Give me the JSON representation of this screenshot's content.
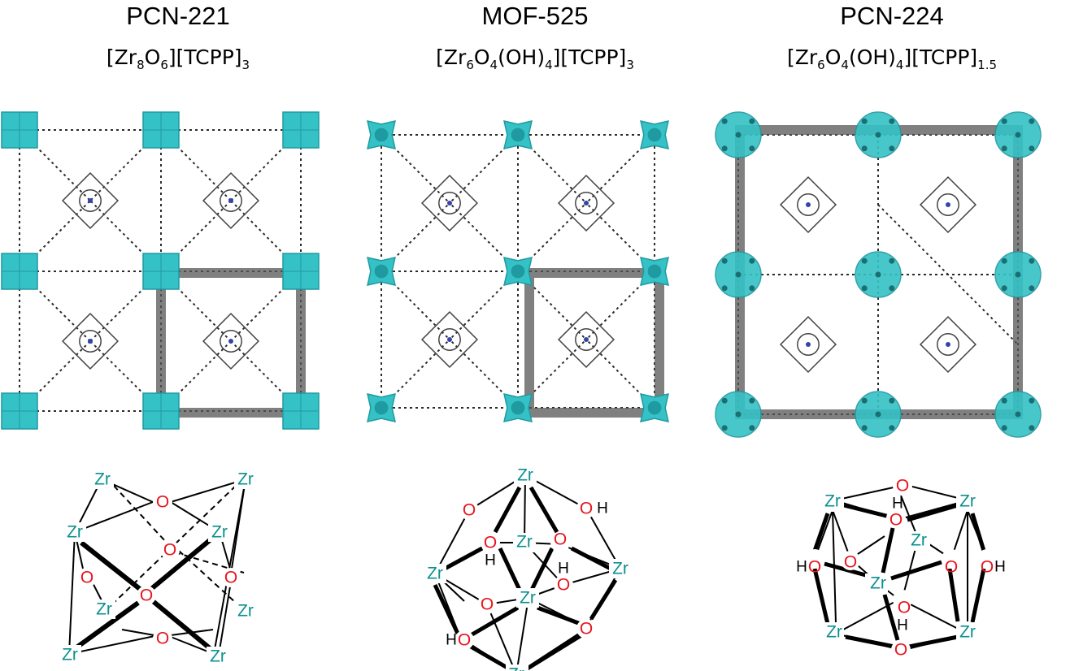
{
  "colors": {
    "node": "#35c2c6",
    "node_dark": "#1f9aa0",
    "zr_label": "#0d8f8f",
    "o_label": "#e8141e",
    "linker": "#2b2b2b",
    "cell_box": "#555555"
  },
  "labels": {
    "zr": "Zr",
    "o": "O",
    "oh_left": "H",
    "oh_right": "H",
    "h": "H"
  },
  "panels": [
    {
      "title": "PCN-221",
      "formula": [
        {
          "t": "[Zr"
        },
        {
          "s": "8"
        },
        {
          "t": "O"
        },
        {
          "s": "6"
        },
        {
          "t": "][TCPP]"
        },
        {
          "s": "3"
        }
      ]
    },
    {
      "title": "MOF-525",
      "formula": [
        {
          "t": "[Zr"
        },
        {
          "s": "6"
        },
        {
          "t": "O"
        },
        {
          "s": "4"
        },
        {
          "t": "(OH)"
        },
        {
          "s": "4"
        },
        {
          "t": "][TCPP]"
        },
        {
          "s": "3"
        }
      ]
    },
    {
      "title": "PCN-224",
      "formula": [
        {
          "t": "[Zr"
        },
        {
          "s": "6"
        },
        {
          "t": "O"
        },
        {
          "s": "4"
        },
        {
          "t": "(OH)"
        },
        {
          "s": "4"
        },
        {
          "t": "][TCPP]"
        },
        {
          "s": "1.5"
        }
      ]
    }
  ]
}
